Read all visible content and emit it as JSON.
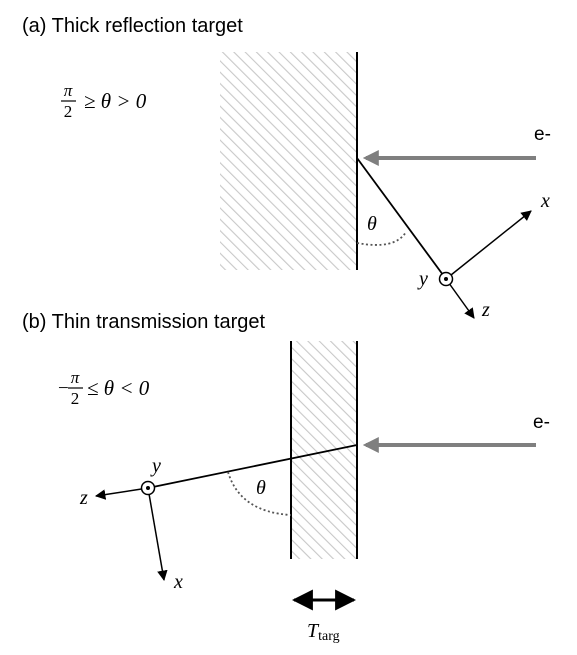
{
  "panel_a": {
    "title": "(a) Thick reflection target",
    "condition": {
      "pi": "π",
      "two": "2",
      "relation": "≥ θ > 0"
    },
    "electron_label": "e-",
    "angle_label": "θ",
    "axes": {
      "x": "x",
      "y": "y",
      "z": "z"
    }
  },
  "panel_b": {
    "title": "(b) Thin transmission target",
    "condition": {
      "minus": "−",
      "pi": "π",
      "two": "2",
      "relation": "≤ θ < 0"
    },
    "electron_label": "e-",
    "angle_label": "θ",
    "axes": {
      "x": "x",
      "y": "y",
      "z": "z"
    },
    "thickness": {
      "symbol": "T",
      "subscript": "targ"
    }
  },
  "colors": {
    "beam": "#7f7f7f",
    "hatch": "#c8c8c8",
    "ink": "#000000"
  }
}
